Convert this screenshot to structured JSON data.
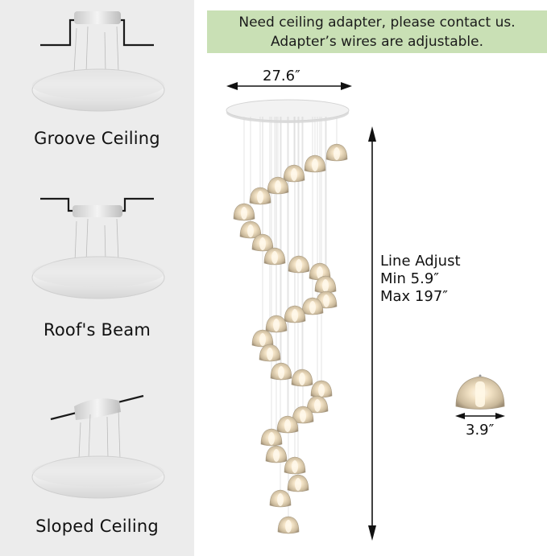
{
  "banner": {
    "line1": "Need ceiling adapter, please contact us.",
    "line2": "Adapter’s wires are adjustable.",
    "background": "#c9e0b5"
  },
  "mounting_options": [
    {
      "label": "Groove Ceiling",
      "icon": "groove-ceiling-mount"
    },
    {
      "label": "Roof's Beam",
      "icon": "roof-beam-mount"
    },
    {
      "label": "Sloped Ceiling",
      "icon": "sloped-ceiling-mount"
    }
  ],
  "dimensions": {
    "canopy_width": "27.6″",
    "line_adjust": {
      "title": "Line Adjust",
      "min": "Min 5.9″",
      "max": "Max 197″"
    },
    "pendant_width": "3.9″"
  },
  "pendant_count": 30,
  "colors": {
    "left_panel": "#ececec",
    "banner": "#c9e0b5",
    "globe_glow": "#f6e9d2"
  }
}
